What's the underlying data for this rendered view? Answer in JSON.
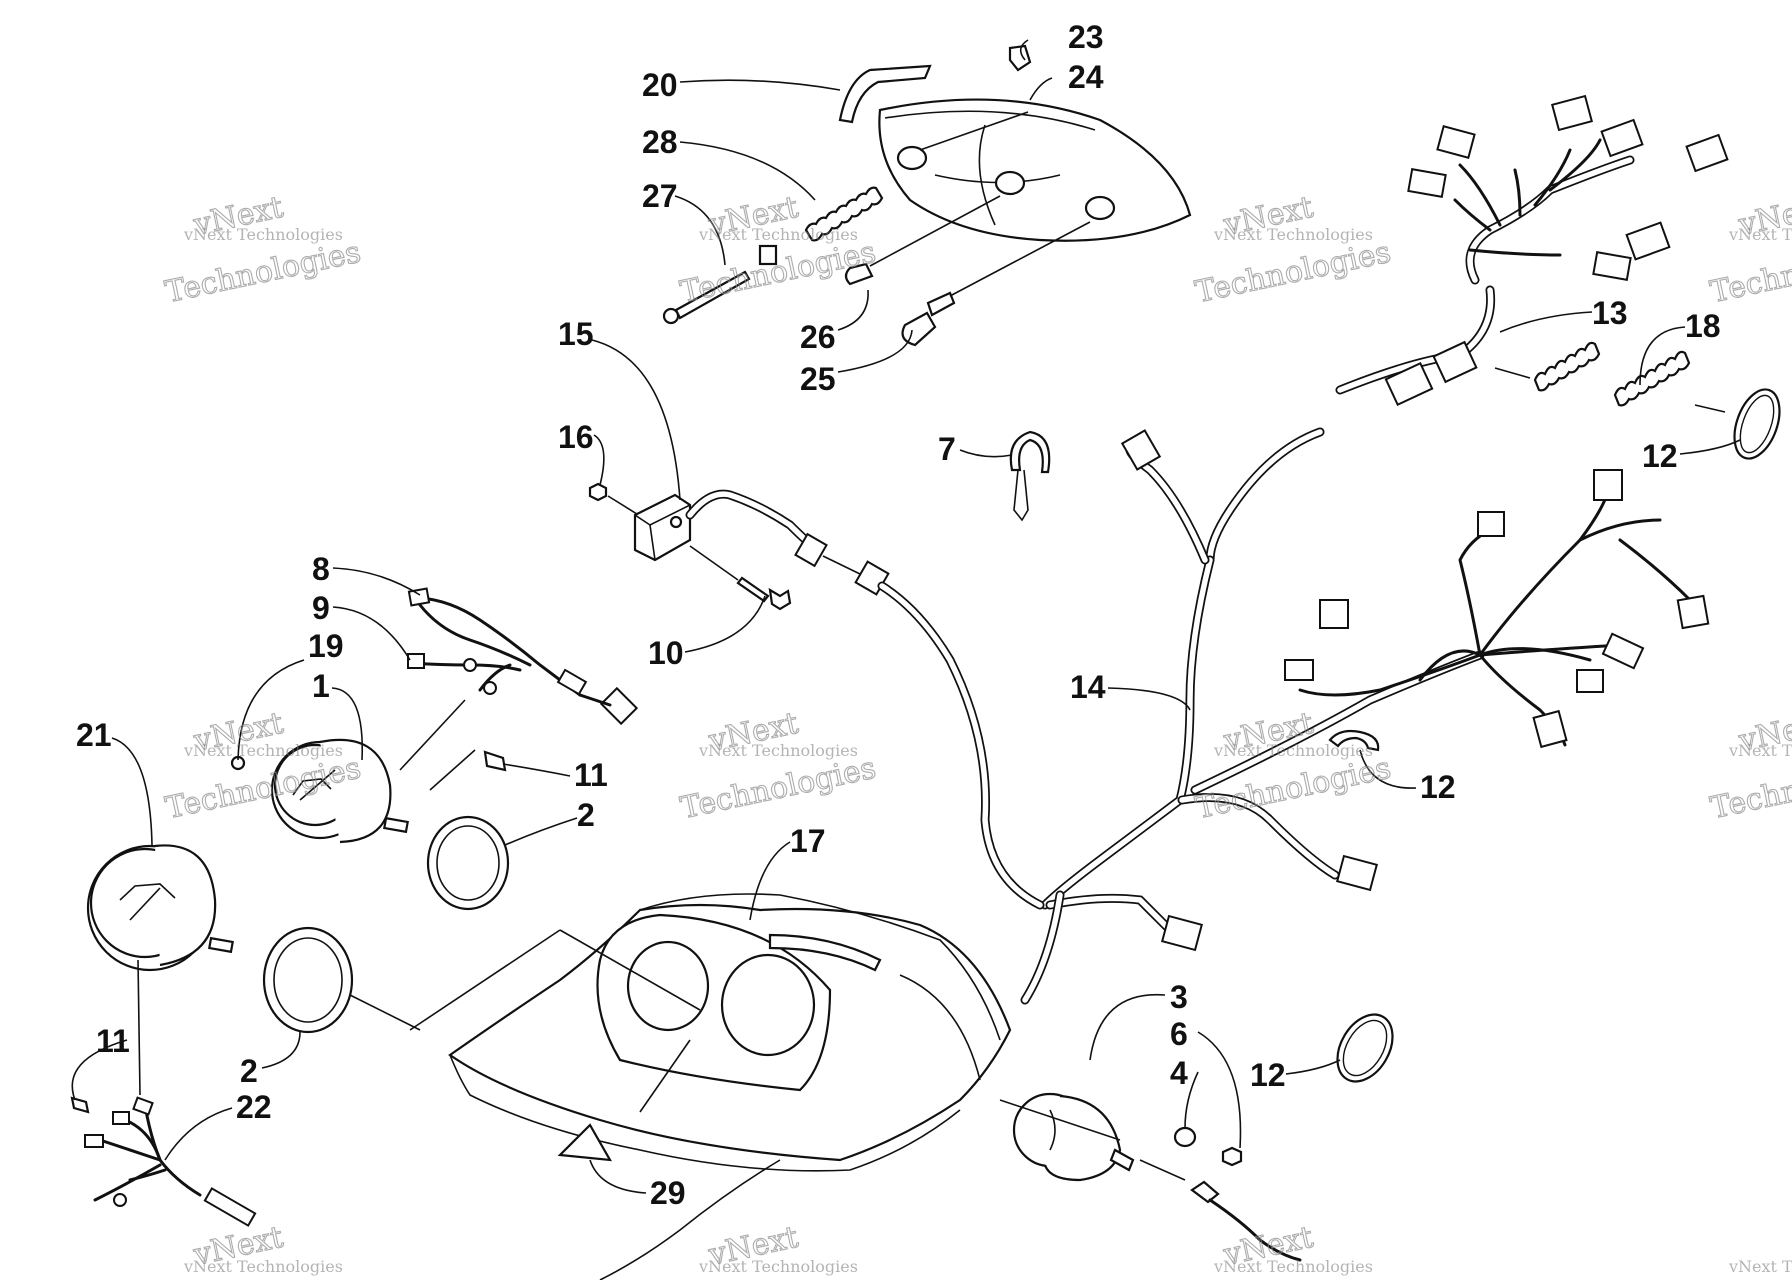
{
  "watermark": {
    "brand": "vNext Technologies",
    "line1": "vNext",
    "line2": "Technologies"
  },
  "callouts": [
    {
      "id": "c23",
      "text": "23"
    },
    {
      "id": "c24",
      "text": "24"
    },
    {
      "id": "c20",
      "text": "20"
    },
    {
      "id": "c28",
      "text": "28"
    },
    {
      "id": "c27",
      "text": "27"
    },
    {
      "id": "c26",
      "text": "26"
    },
    {
      "id": "c25",
      "text": "25"
    },
    {
      "id": "c13",
      "text": "13"
    },
    {
      "id": "c18",
      "text": "18"
    },
    {
      "id": "c12a",
      "text": "12"
    },
    {
      "id": "c15",
      "text": "15"
    },
    {
      "id": "c16",
      "text": "16"
    },
    {
      "id": "c7",
      "text": "7"
    },
    {
      "id": "c10",
      "text": "10"
    },
    {
      "id": "c8",
      "text": "8"
    },
    {
      "id": "c9",
      "text": "9"
    },
    {
      "id": "c19",
      "text": "19"
    },
    {
      "id": "c1",
      "text": "1"
    },
    {
      "id": "c21",
      "text": "21"
    },
    {
      "id": "c11a",
      "text": "11"
    },
    {
      "id": "c2a",
      "text": "2"
    },
    {
      "id": "c14",
      "text": "14"
    },
    {
      "id": "c12b",
      "text": "12"
    },
    {
      "id": "c17",
      "text": "17"
    },
    {
      "id": "c3",
      "text": "3"
    },
    {
      "id": "c6",
      "text": "6"
    },
    {
      "id": "c4",
      "text": "4"
    },
    {
      "id": "c12c",
      "text": "12"
    },
    {
      "id": "c11b",
      "text": "11"
    },
    {
      "id": "c2b",
      "text": "2"
    },
    {
      "id": "c22",
      "text": "22"
    },
    {
      "id": "c29",
      "text": "29"
    }
  ]
}
